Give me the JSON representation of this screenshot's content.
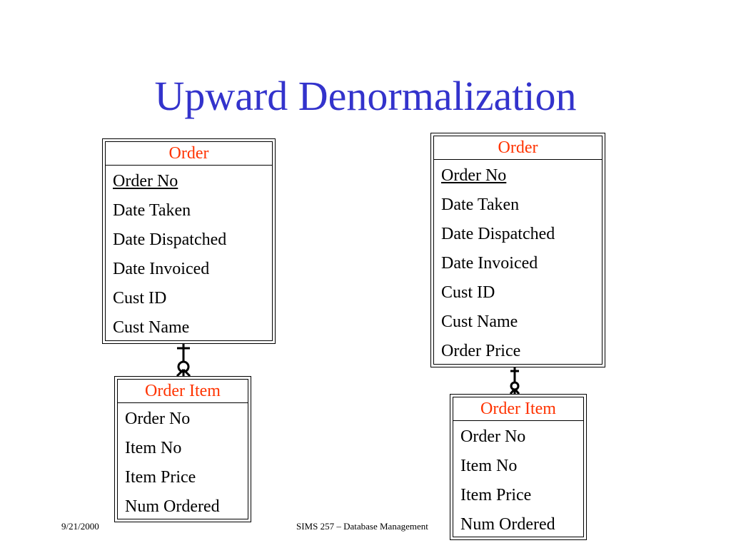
{
  "slide": {
    "title": "Upward Denormalization",
    "footer_date": "9/21/2000",
    "footer_course": "SIMS 257 – Database Management"
  },
  "left": {
    "order": {
      "name": "Order",
      "attributes": [
        {
          "label": "Order No",
          "key": true
        },
        {
          "label": "Date Taken",
          "key": false
        },
        {
          "label": "Date Dispatched",
          "key": false
        },
        {
          "label": "Date Invoiced",
          "key": false
        },
        {
          "label": "Cust ID",
          "key": false
        },
        {
          "label": "Cust Name",
          "key": false
        }
      ]
    },
    "order_item": {
      "name": "Order Item",
      "attributes": [
        {
          "label": "Order No",
          "key": false
        },
        {
          "label": "Item No",
          "key": false
        },
        {
          "label": "Item Price",
          "key": false
        },
        {
          "label": "Num Ordered",
          "key": false
        }
      ]
    }
  },
  "right": {
    "order": {
      "name": "Order",
      "attributes": [
        {
          "label": "Order No",
          "key": true
        },
        {
          "label": "Date Taken",
          "key": false
        },
        {
          "label": "Date Dispatched",
          "key": false
        },
        {
          "label": "Date Invoiced",
          "key": false
        },
        {
          "label": "Cust ID",
          "key": false
        },
        {
          "label": "Cust Name",
          "key": false
        },
        {
          "label": "Order Price",
          "key": false
        }
      ]
    },
    "order_item": {
      "name": "Order Item",
      "attributes": [
        {
          "label": "Order No",
          "key": false
        },
        {
          "label": "Item No",
          "key": false
        },
        {
          "label": "Item Price",
          "key": false
        },
        {
          "label": "Num Ordered",
          "key": false
        }
      ]
    }
  }
}
